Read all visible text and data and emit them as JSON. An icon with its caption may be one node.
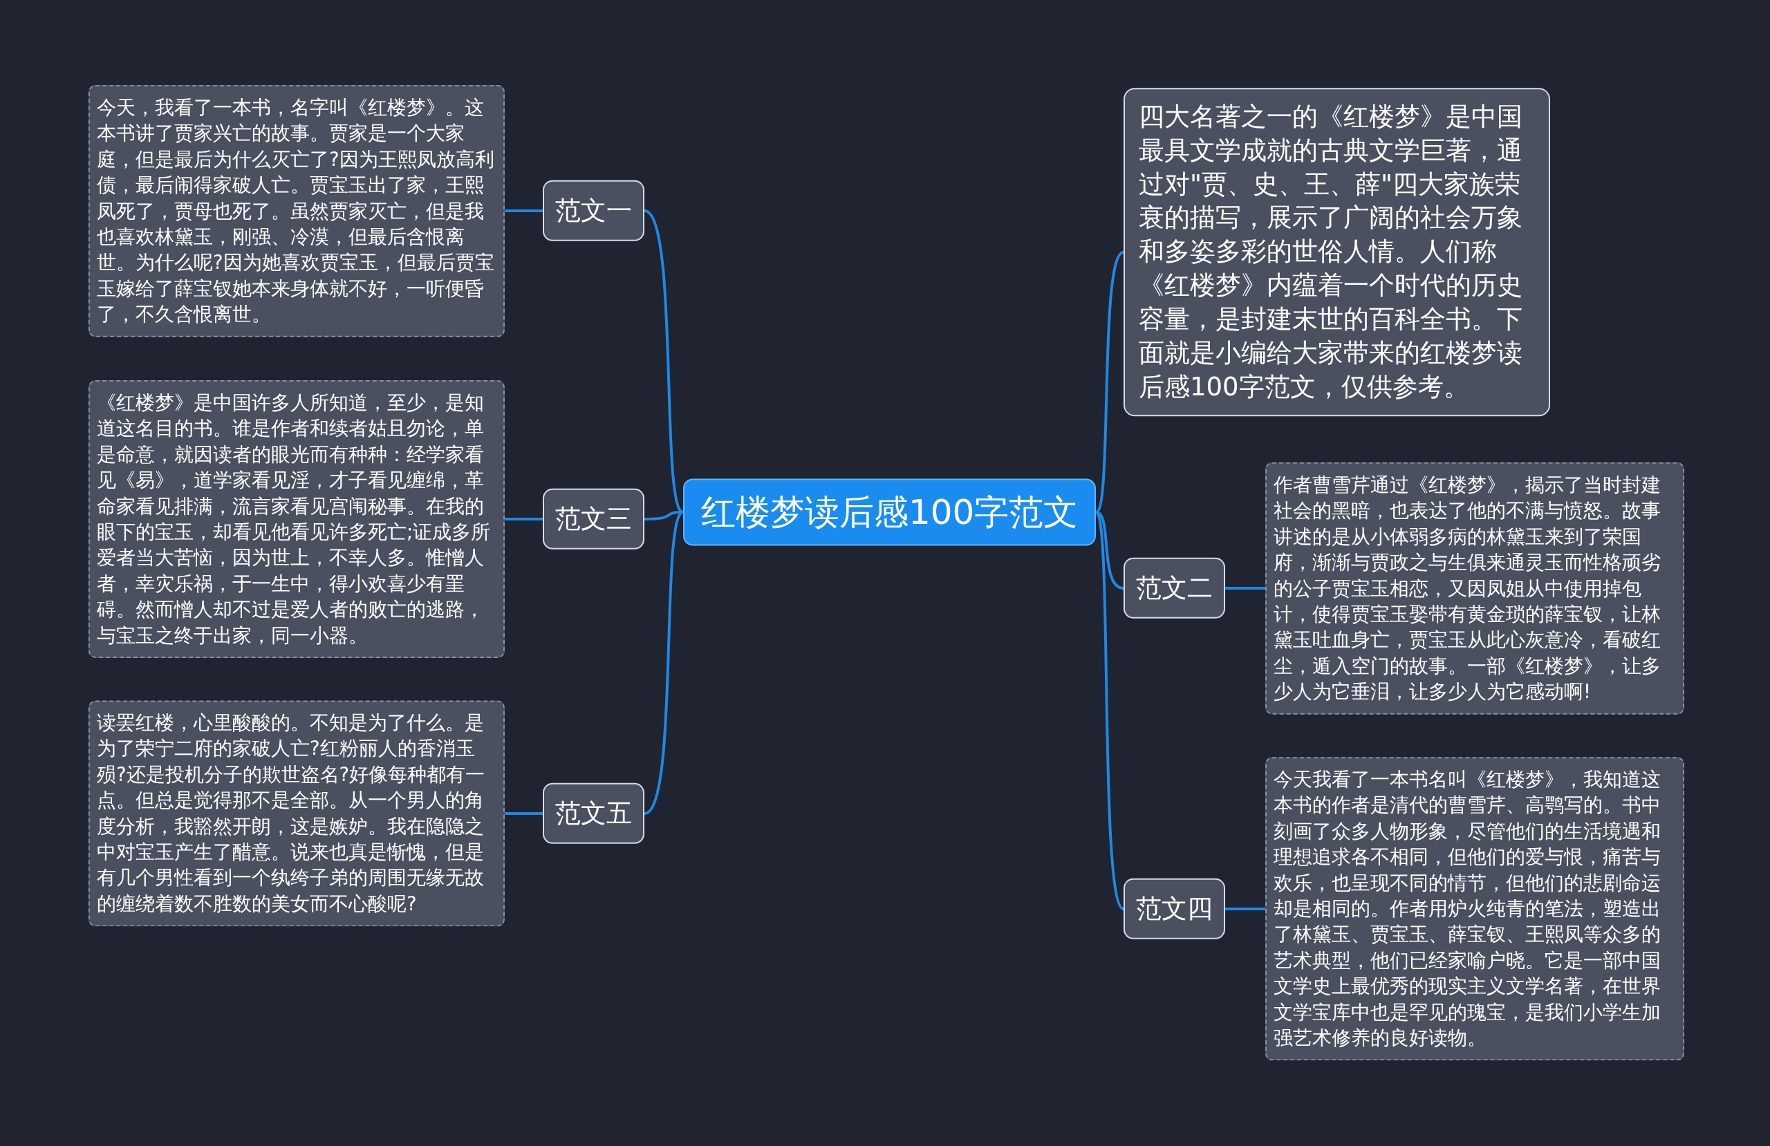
{
  "diagram": {
    "nodes": [
      {
        "text": [
          "红楼梦读后感100字范文"
        ]
      },
      {
        "text": [
          "四大名著之一的《红楼梦》是中国最具文学成就的古典文学巨著，通过对\"贾、史、王、薛\"四大家族荣衰的描写，展示了广阔的社会万象和多姿多彩的世俗人情。人们称《红楼梦》内蕴着一个时代的历史容量，是封建末世的百科全书。下面就是小编给大家带来的红楼梦读后感100字范文，仅供参考。"
        ]
      },
      {
        "text": [
          "范文一"
        ]
      },
      {
        "text": [
          "今天，我看了一本书，名字叫《红楼梦》。这本书讲了贾家兴亡的故事。贾家是一个大家庭，但是最后为什么灭亡了?因为王熙凤放高利债，最后闹得家破人亡。贾宝玉出了家，王熙凤死了，贾母也死了。虽然贾家灭亡，但是我也喜欢林黛玉，刚强、冷漠，但最后含恨离世。为什么呢?因为她喜欢贾宝玉，但最后贾宝玉嫁给了薛宝钗她本来身体就不好，一听便昏了，不久含恨离世。"
        ]
      },
      {
        "text": [
          "范文三"
        ]
      },
      {
        "text": [
          "《红楼梦》是中国许多人所知道，至少，是知道这名目的书。谁是作者和续者姑且勿论，单是命意，就因读者的眼光而有种种：经学家看见《易》，道学家看见淫，才子看见缠绵，革命家看见排满，流言家看见宫闱秘事。在我的眼下的宝玉，却看见他看见许多死亡;证成多所爱者当大苦恼，因为世上，不幸人多。惟憎人者，幸灾乐祸，于一生中，得小欢喜少有罣碍。然而憎人却不过是爱人者的败亡的逃路，与宝玉之终于出家，同一小器。"
        ]
      },
      {
        "text": [
          "范文五"
        ]
      },
      {
        "text": [
          "读罢红楼，心里酸酸的。不知是为了什么。是为了荣宁二府的家破人亡?红粉丽人的香消玉殒?还是投机分子的欺世盗名?好像每种都有一点。但总是觉得那不是全部。从一个男人的角度分析，我豁然开朗，这是嫉妒。我在隐隐之中对宝玉产生了醋意。说来也真是惭愧，但是有几个男性看到一个纨绔子弟的周围无缘无故的缠绕着数不胜数的美女而不心酸呢?"
        ]
      },
      {
        "text": [
          "范文二"
        ]
      },
      {
        "text": [
          "作者曹雪芹通过《红楼梦》，揭示了当时封建社会的黑暗，也表达了他的不满与愤怒。故事讲述的是从小体弱多病的林黛玉来到了荣国府，渐渐与贾政之与生俱来通灵玉而性格顽劣的公子贾宝玉相恋，又因凤姐从中使用掉包计，使得贾宝玉娶带有黄金琐的薛宝钗，让林黛玉吐血身亡，贾宝玉从此心灰意冷，看破红尘，遁入空门的故事。一部《红楼梦》，让多少人为它垂泪，让多少人为它感动啊!"
        ]
      },
      {
        "text": [
          "范文四"
        ]
      },
      {
        "text": [
          "今天我看了一本书名叫《红楼梦》，我知道这本书的作者是清代的曹雪芹、高鹗写的。书中刻画了众多人物形象，尽管他们的生活境遇和理想追求各不相同，但他们的爱与恨，痛苦与欢乐，也呈现不同的情节，但他们的悲剧命运却是相同的。作者用炉火纯青的笔法，塑造出了林黛玉、贾宝玉、薛宝钗、王熙凤等众多的艺术典型，他们已经家喻户晓。它是一部中国文学史上最优秀的现实主义文学名著，在世界文学宝库中也是罕见的瑰宝，是我们小学生加强艺术修养的良好读物。"
        ]
      }
    ],
    "edges": [
      {
        "from": 0,
        "to": 1,
        "arrow": "none"
      },
      {
        "from": 0,
        "to": 2,
        "arrow": "none"
      },
      {
        "from": 2,
        "to": 3,
        "arrow": "none"
      },
      {
        "from": 0,
        "to": 4,
        "arrow": "none"
      },
      {
        "from": 4,
        "to": 5,
        "arrow": "none"
      },
      {
        "from": 0,
        "to": 6,
        "arrow": "none"
      },
      {
        "from": 6,
        "to": 7,
        "arrow": "none"
      },
      {
        "from": 0,
        "to": 8,
        "arrow": "none"
      },
      {
        "from": 8,
        "to": 9,
        "arrow": "none"
      },
      {
        "from": 0,
        "to": 10,
        "arrow": "none"
      },
      {
        "from": 10,
        "to": 11,
        "arrow": "none"
      }
    ]
  }
}
